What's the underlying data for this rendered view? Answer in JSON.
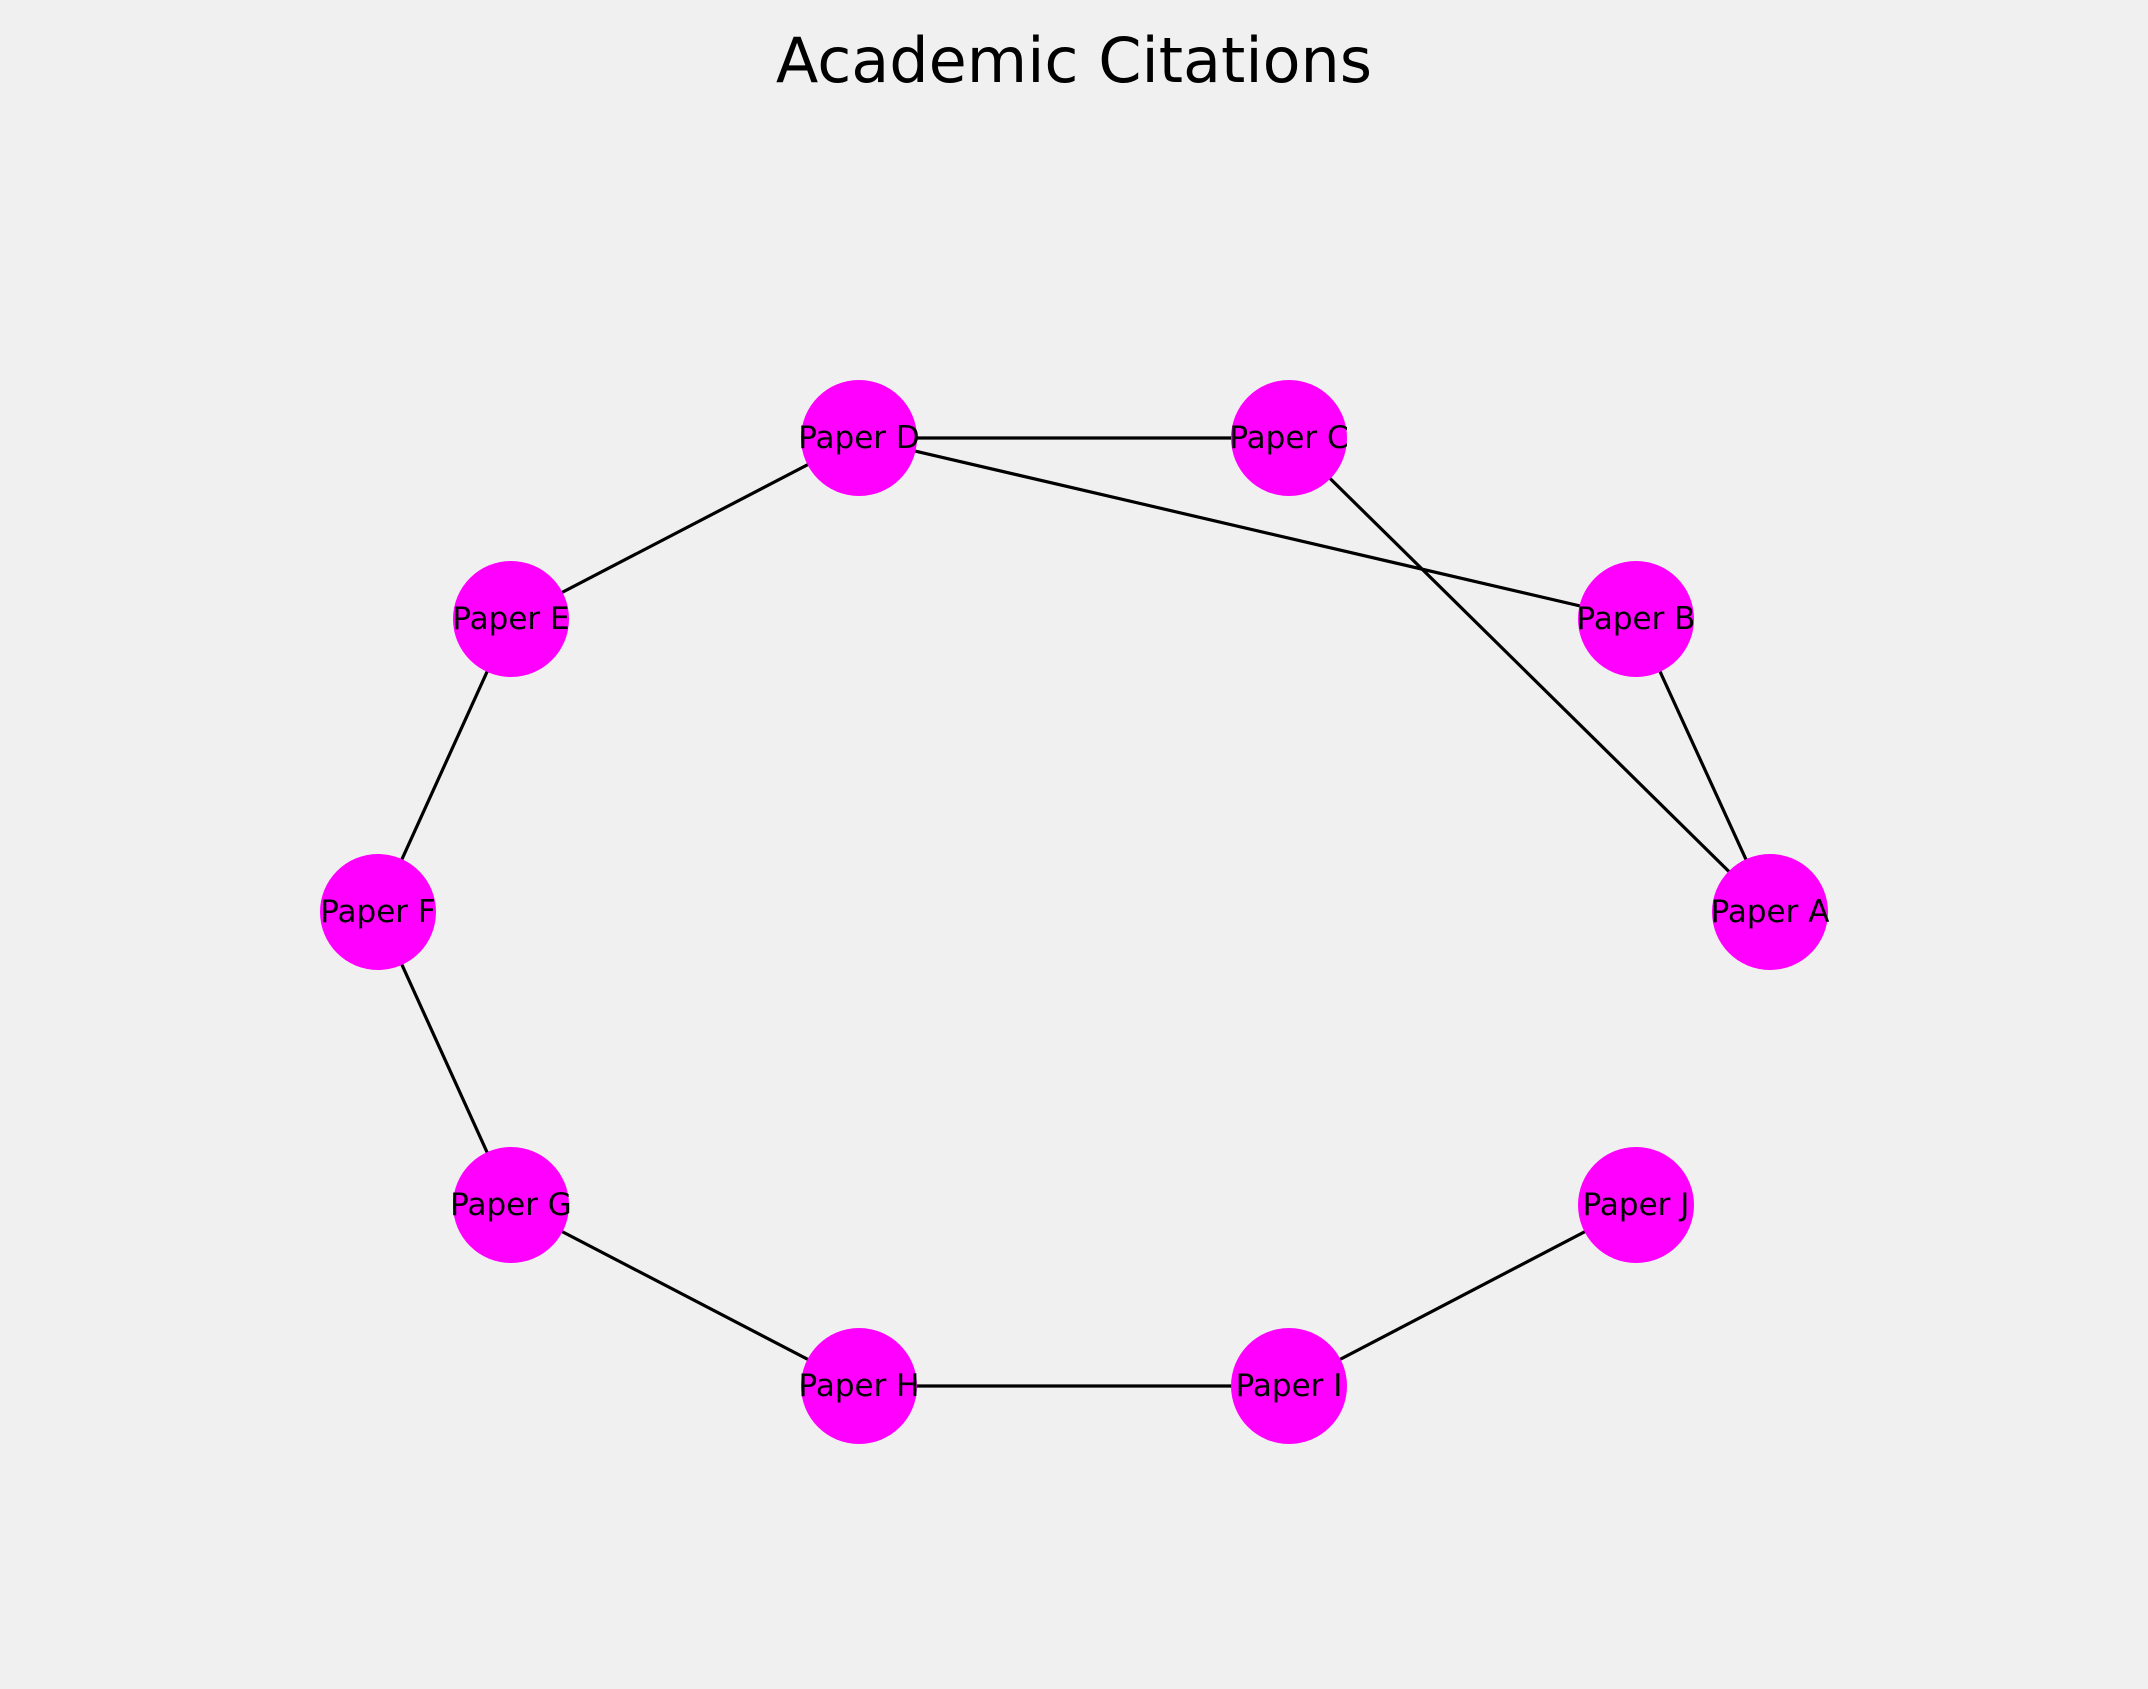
{
  "title": "Academic Citations",
  "colors": {
    "background": "#f0f0f0",
    "node": "#ff00ff",
    "edge": "#000000",
    "label": "#000000"
  },
  "nodes": [
    {
      "id": "A",
      "label": "Paper A"
    },
    {
      "id": "B",
      "label": "Paper B"
    },
    {
      "id": "C",
      "label": "Paper C"
    },
    {
      "id": "D",
      "label": "Paper D"
    },
    {
      "id": "E",
      "label": "Paper E"
    },
    {
      "id": "F",
      "label": "Paper F"
    },
    {
      "id": "G",
      "label": "Paper G"
    },
    {
      "id": "H",
      "label": "Paper H"
    },
    {
      "id": "I",
      "label": "Paper I"
    },
    {
      "id": "J",
      "label": "Paper J"
    }
  ],
  "edges": [
    [
      "D",
      "C"
    ],
    [
      "D",
      "E"
    ],
    [
      "D",
      "B"
    ],
    [
      "C",
      "A"
    ],
    [
      "B",
      "A"
    ],
    [
      "E",
      "F"
    ],
    [
      "F",
      "G"
    ],
    [
      "G",
      "H"
    ],
    [
      "H",
      "I"
    ],
    [
      "I",
      "J"
    ]
  ]
}
